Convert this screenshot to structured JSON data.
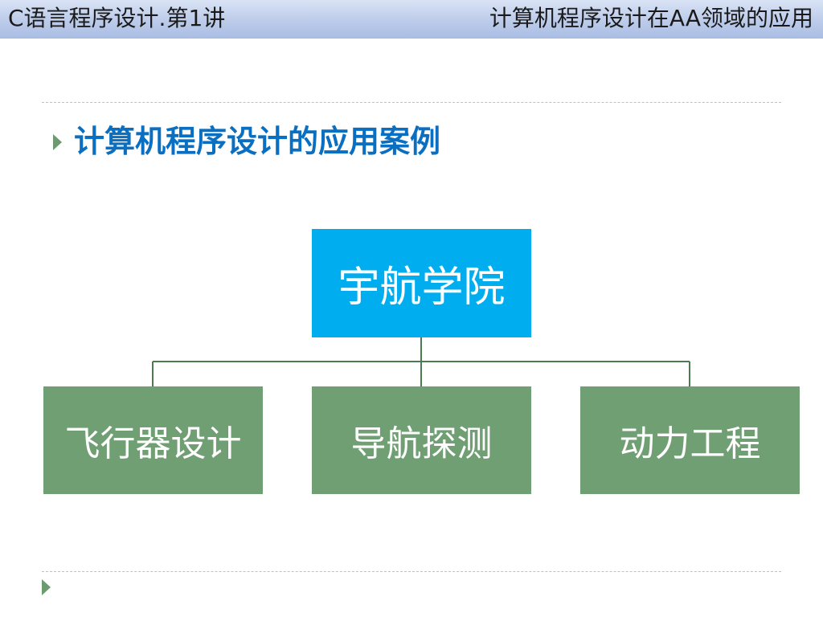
{
  "header": {
    "course_title": "C语言程序设计.第1讲",
    "topic_title": "计算机程序设计在AA领域的应用"
  },
  "slide": {
    "title": "计算机程序设计的应用案例"
  },
  "org_chart": {
    "root": {
      "label": "宇航学院"
    },
    "children": [
      {
        "label": "飞行器设计"
      },
      {
        "label": "导航探测"
      },
      {
        "label": "动力工程"
      }
    ]
  },
  "colors": {
    "header_bar": "#bccbea",
    "title_text": "#0b6fc1",
    "root_box": "#00aeef",
    "child_box": "#6f9f73",
    "bullet": "#6e9a70",
    "connector": "#4e7a52"
  }
}
